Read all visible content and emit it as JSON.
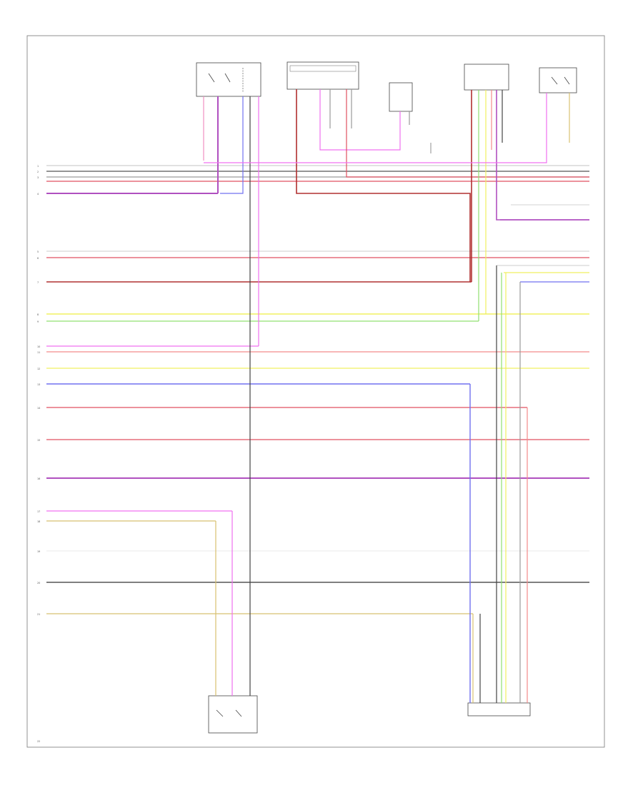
{
  "colors": {
    "pink": "#f090c0",
    "magenta": "#f070f0",
    "violet": "#b050c0",
    "red": "#e05060",
    "dark_red": "#b03030",
    "light_red": "#f28a8a",
    "yellow": "#f0f060",
    "green": "#90e070",
    "blue": "#7070f0",
    "black": "#333333",
    "grey": "#9a9a9a",
    "tan": "#d8c070"
  },
  "page_code": "",
  "left_terminals": [
    "1",
    "2",
    "3",
    "4",
    "5",
    "6",
    "7",
    "8",
    "9",
    "10",
    "11",
    "12",
    "13",
    "14",
    "15",
    "16",
    "17",
    "18",
    "19",
    "20",
    "21",
    "22"
  ]
}
